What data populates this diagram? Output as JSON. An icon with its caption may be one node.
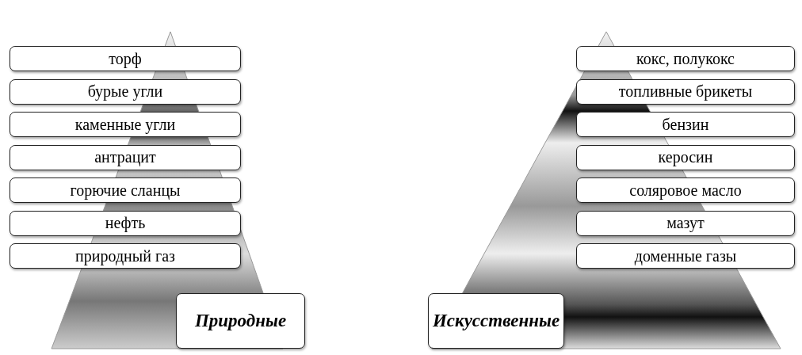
{
  "diagram": {
    "nodes": [
      {
        "text": [
          "торф"
        ]
      },
      {
        "text": [
          "бурые угли"
        ]
      },
      {
        "text": [
          "каменные угли"
        ]
      },
      {
        "text": [
          "антрацит"
        ]
      },
      {
        "text": [
          "горючие сланцы"
        ]
      },
      {
        "text": [
          "нефть"
        ]
      },
      {
        "text": [
          "природный газ"
        ]
      },
      {
        "text": [
          "Природные"
        ]
      },
      {
        "text": [
          "кокс, полукокс"
        ]
      },
      {
        "text": [
          "топливные брикеты"
        ]
      },
      {
        "text": [
          "бензин"
        ]
      },
      {
        "text": [
          "керосин"
        ]
      },
      {
        "text": [
          "соляровое масло"
        ]
      },
      {
        "text": [
          "мазут"
        ]
      },
      {
        "text": [
          "доменные газы"
        ]
      },
      {
        "text": [
          "Искусственные"
        ]
      }
    ]
  }
}
